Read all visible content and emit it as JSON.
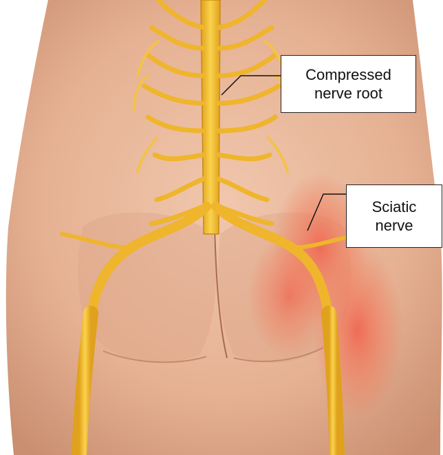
{
  "labels": {
    "compressed_nerve_root": {
      "line1": "Compressed",
      "line2": "nerve root"
    },
    "sciatic_nerve": {
      "line1": "Sciatic",
      "line2": "nerve"
    }
  },
  "colors": {
    "skin": "#e8b79a",
    "skin_shadow": "#c98f70",
    "nerve": "#f2bd33",
    "nerve_highlight": "#fde68a",
    "inflammation": "#f0604a",
    "background": "#ffffff"
  }
}
